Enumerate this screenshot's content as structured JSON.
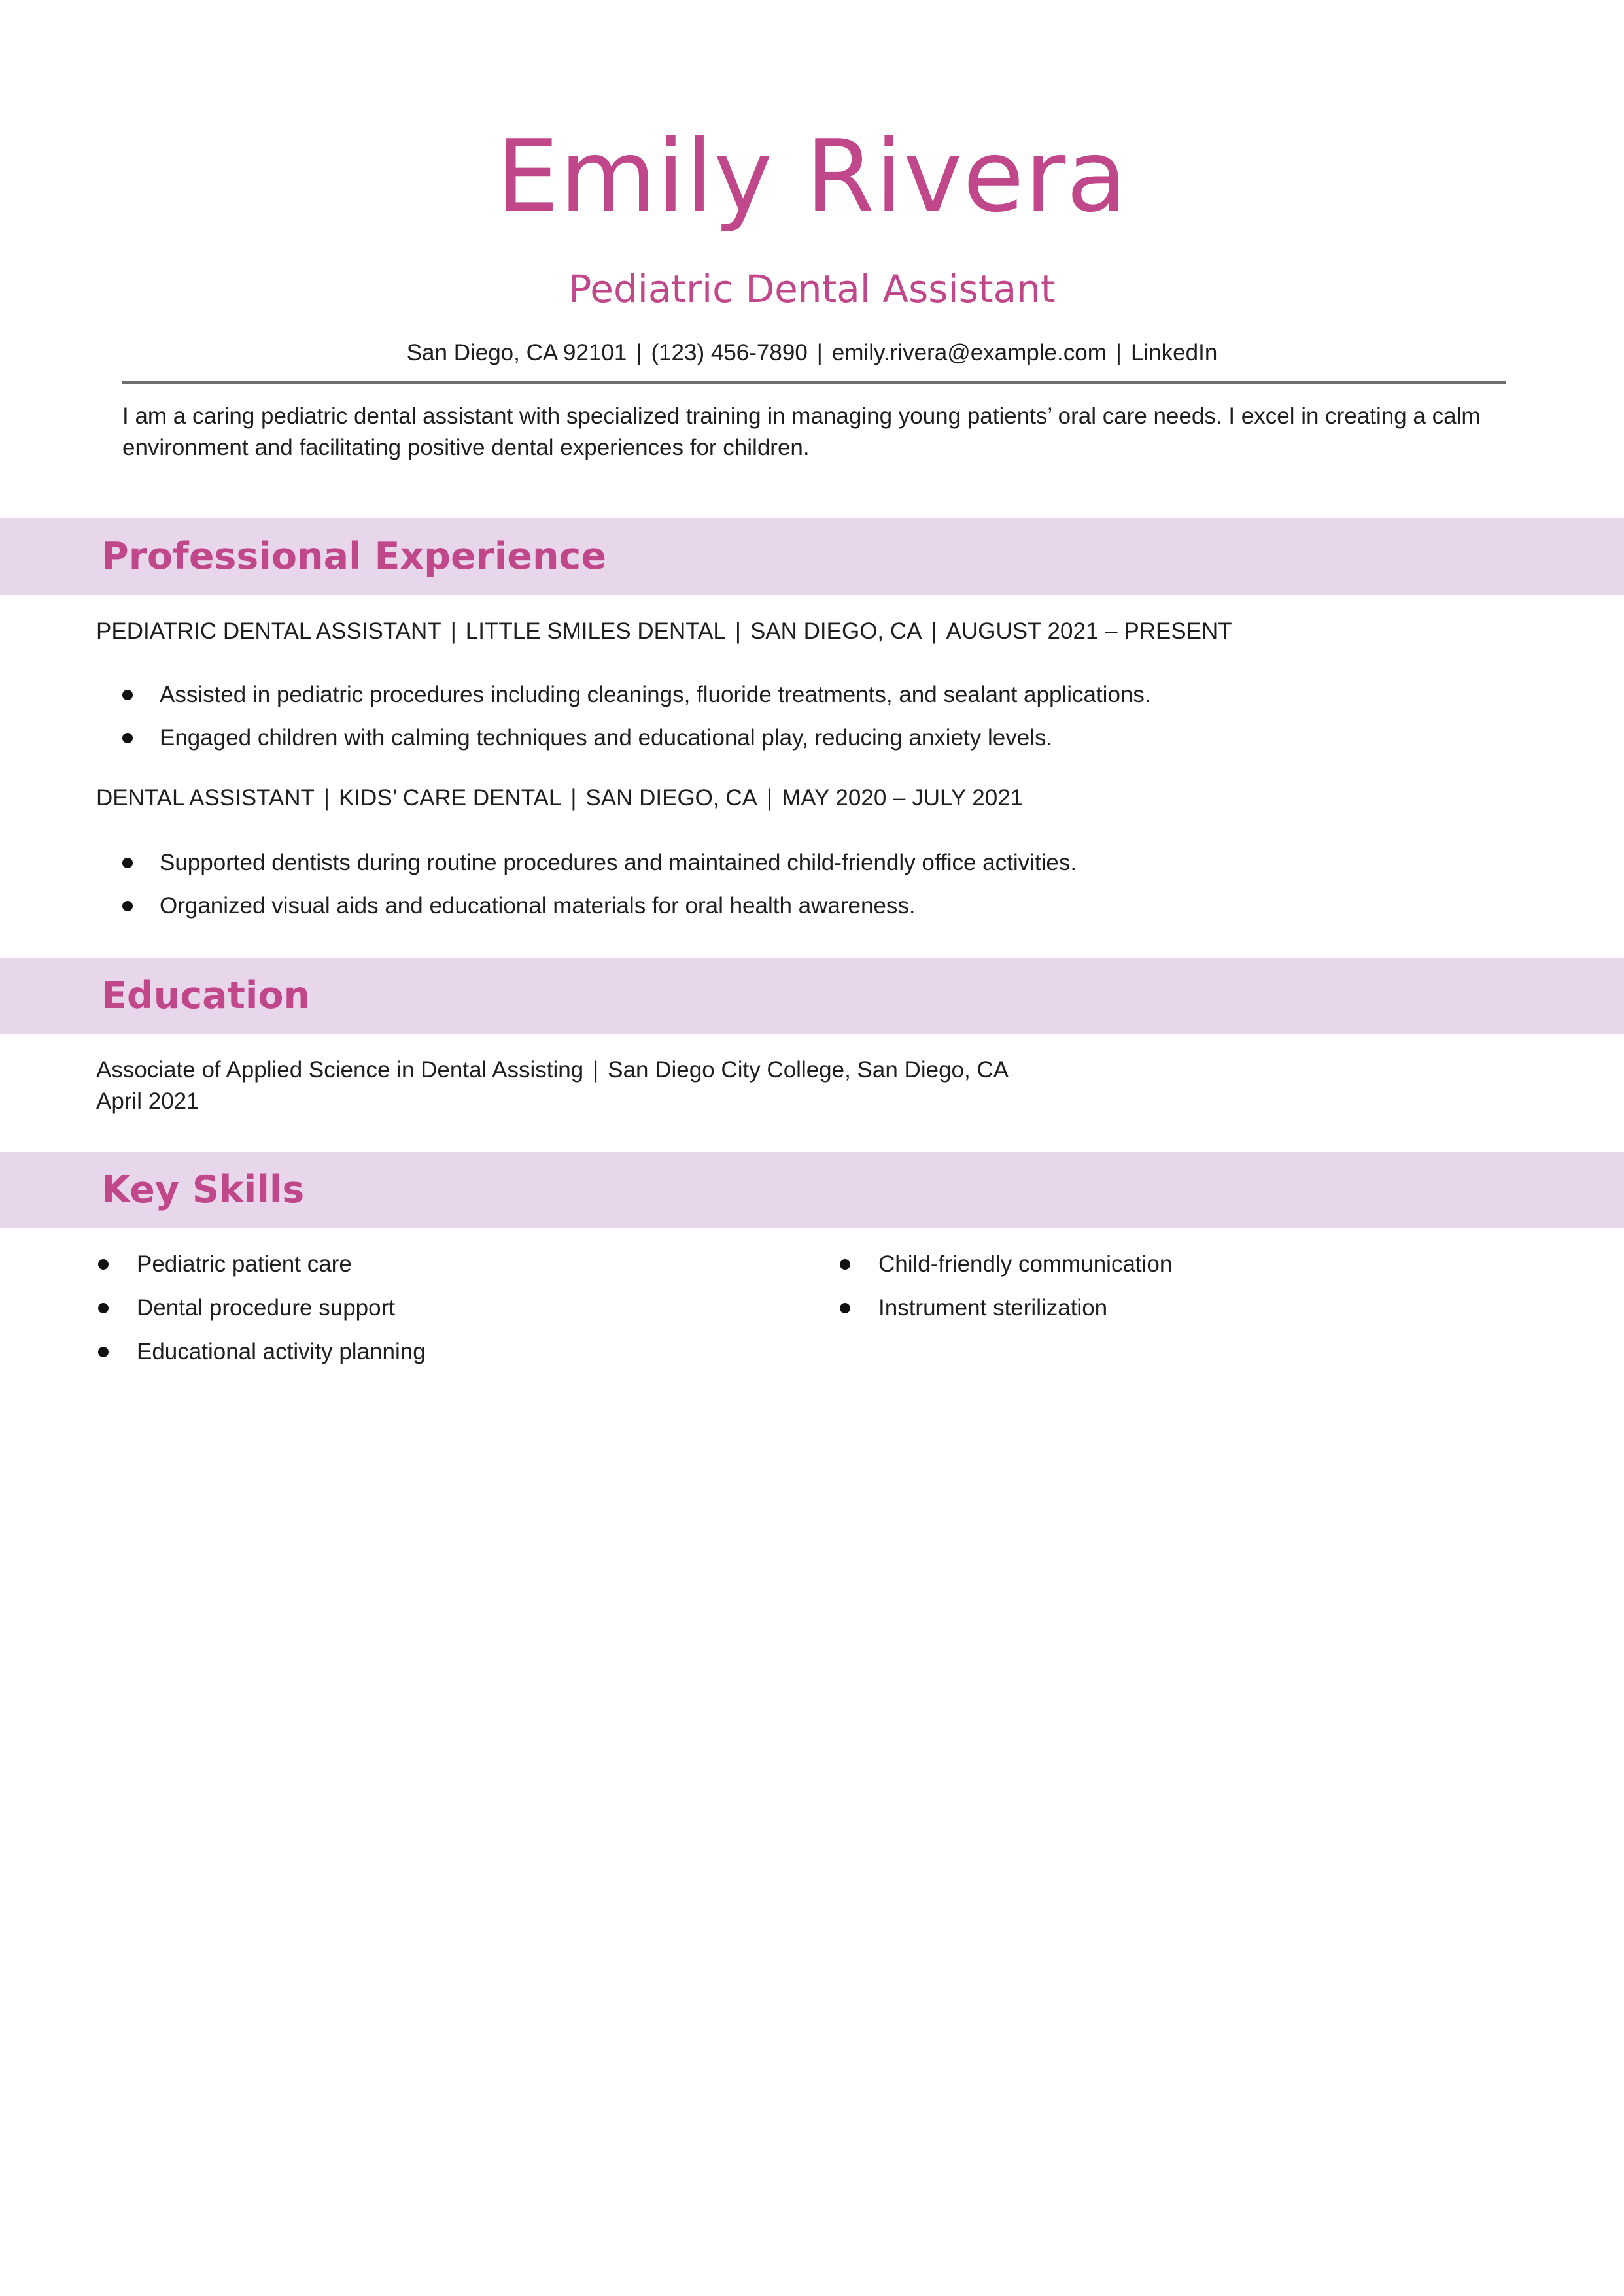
{
  "header": {
    "name": "Emily Rivera",
    "title": "Pediatric Dental Assistant",
    "contact": {
      "location": "San Diego, CA 92101",
      "phone": "(123) 456-7890",
      "email": "emily.rivera@example.com",
      "linkedin": "LinkedIn",
      "separator": "|"
    },
    "summary": "I am a caring pediatric dental assistant with specialized training in managing young patients’ oral care needs. I excel in creating a calm environment and facilitating positive dental experiences for children."
  },
  "experience": {
    "heading": "Professional Experience",
    "jobs": [
      {
        "role": "PEDIATRIC DENTAL ASSISTANT",
        "company": "LITTLE SMILES DENTAL",
        "location": "SAN DIEGO, CA",
        "dates": "AUGUST 2021 – PRESENT",
        "bullets": [
          "Assisted in pediatric procedures including cleanings, fluoride treatments, and sealant applications.",
          "Engaged children with calming techniques and educational play, reducing anxiety levels."
        ]
      },
      {
        "role": "DENTAL ASSISTANT",
        "company": "KIDS’ CARE DENTAL",
        "location": "SAN DIEGO, CA",
        "dates": "MAY 2020 – JULY 2021",
        "bullets": [
          "Supported dentists during routine procedures and maintained child-friendly office activities.",
          "Organized visual aids and educational materials for oral health awareness."
        ]
      }
    ]
  },
  "education": {
    "heading": "Education",
    "degree": "Associate of Applied Science in Dental Assisting",
    "school": "San Diego City College, San Diego, CA",
    "date": "April 2021"
  },
  "skills": {
    "heading": "Key Skills",
    "left": [
      "Pediatric patient care",
      "Dental procedure support",
      "Educational activity planning"
    ],
    "right": [
      "Child-friendly communication",
      "Instrument sterilization"
    ]
  },
  "colors": {
    "accent": "#c1478b",
    "band": "#e8d6ea",
    "text": "#1e1e1e",
    "rule": "#6f6f6f"
  }
}
